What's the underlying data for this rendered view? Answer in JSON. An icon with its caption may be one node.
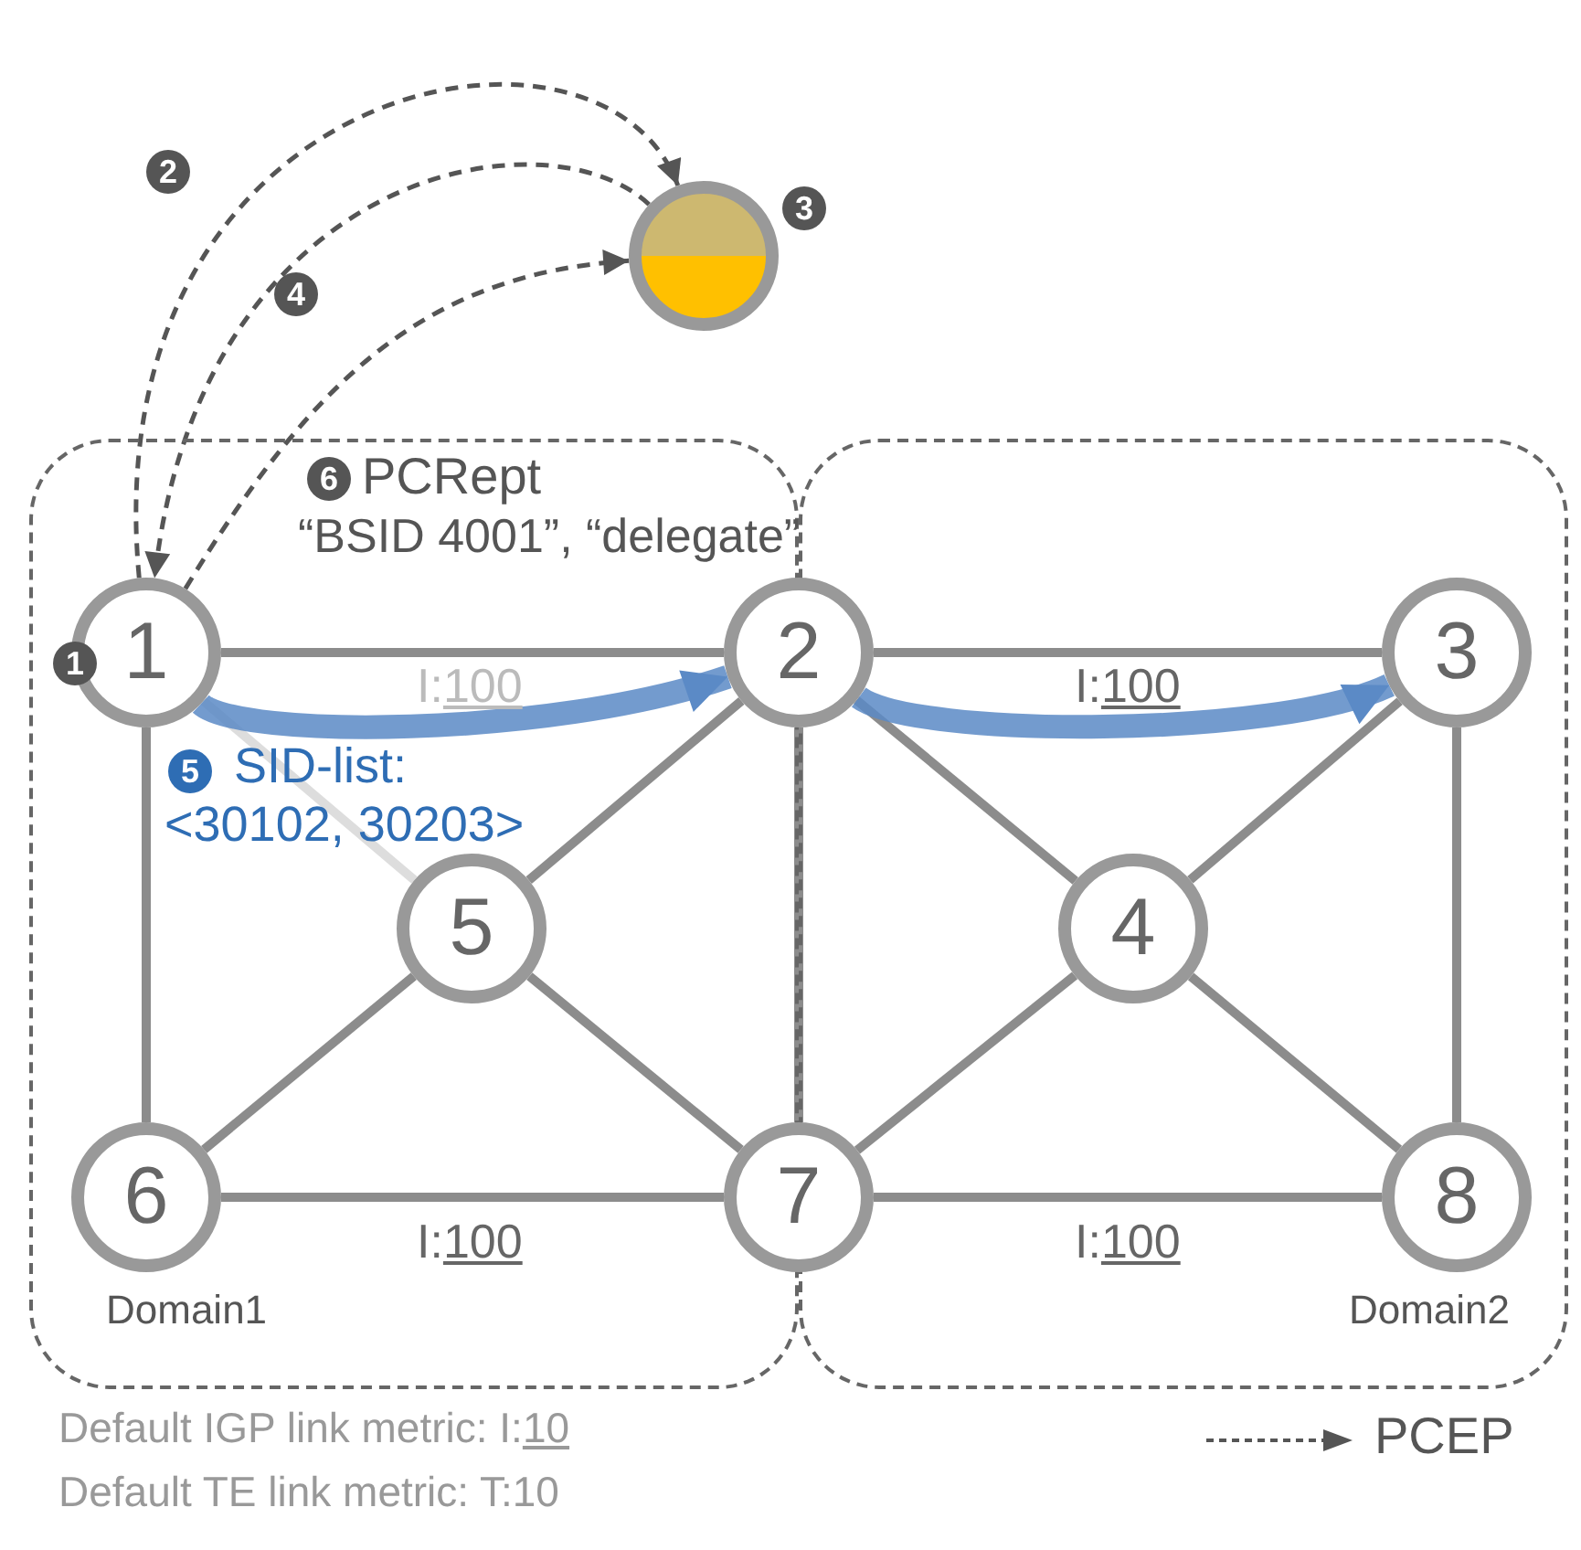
{
  "diagram": {
    "nodes": [
      {
        "text": [],
        "shape": "circle",
        "beside": [
          "3"
        ]
      },
      {
        "text": [
          "Domain1"
        ]
      },
      {
        "text": [
          "Domain2"
        ]
      },
      {
        "text": [
          "1"
        ],
        "in": 1
      },
      {
        "text": [
          "2"
        ]
      },
      {
        "text": [
          "3"
        ],
        "in": 2
      },
      {
        "text": [
          "5"
        ],
        "in": 1
      },
      {
        "text": [
          "4"
        ],
        "in": 2
      },
      {
        "text": [
          "6"
        ],
        "in": 1
      },
      {
        "text": [
          "7"
        ]
      },
      {
        "text": [
          "8"
        ],
        "in": 2
      }
    ],
    "edges": [
      {
        "from": 3,
        "to": 0,
        "arrow": "to",
        "style": "dashed",
        "color": "#555555"
      },
      {
        "from": 0,
        "to": 3,
        "arrow": "to",
        "style": "dashed",
        "color": "#555555"
      },
      {
        "from": 3,
        "to": 0,
        "arrow": "to",
        "style": "dashed",
        "color": "#555555"
      },
      {
        "from": 3,
        "to": 4,
        "arrow": "none",
        "label": "I:100"
      },
      {
        "from": 4,
        "to": 5,
        "arrow": "none",
        "label": "I:100"
      },
      {
        "from": 3,
        "to": 8,
        "arrow": "none"
      },
      {
        "from": 3,
        "to": 6,
        "arrow": "none",
        "color": "#dddddd"
      },
      {
        "from": 6,
        "to": 4,
        "arrow": "none"
      },
      {
        "from": 6,
        "to": 8,
        "arrow": "none"
      },
      {
        "from": 6,
        "to": 9,
        "arrow": "none"
      },
      {
        "from": 4,
        "to": 9,
        "arrow": "none"
      },
      {
        "from": 4,
        "to": 7,
        "arrow": "none"
      },
      {
        "from": 7,
        "to": 5,
        "arrow": "none"
      },
      {
        "from": 7,
        "to": 9,
        "arrow": "none"
      },
      {
        "from": 7,
        "to": 10,
        "arrow": "none"
      },
      {
        "from": 5,
        "to": 10,
        "arrow": "none"
      },
      {
        "from": 8,
        "to": 9,
        "arrow": "none",
        "label": "I:100"
      },
      {
        "from": 9,
        "to": 10,
        "arrow": "none",
        "label": "I:100"
      },
      {
        "from": 3,
        "to": 4,
        "arrow": "to",
        "style": "thick",
        "color": "#5b8ac6"
      },
      {
        "from": 4,
        "to": 5,
        "arrow": "to",
        "style": "thick",
        "color": "#5b8ac6"
      }
    ],
    "labels": [
      "1",
      "2",
      "4",
      "6",
      "PCRept",
      "“BSID 4001”, “delegate”",
      "5",
      "SID-list: <30102, 30203>",
      "Default IGP link metric: I:10",
      "Default TE link metric: T:10"
    ],
    "legend": [
      {
        "text": "PCEP"
      }
    ]
  }
}
